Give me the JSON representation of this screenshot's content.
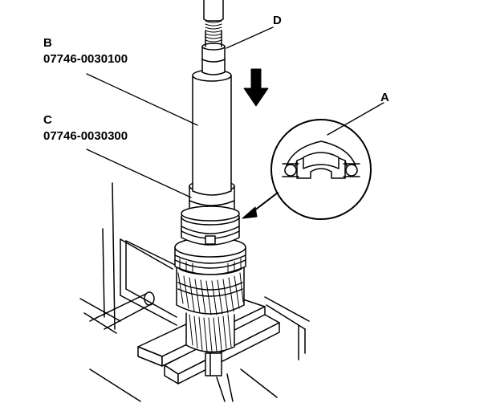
{
  "labels": {
    "a": {
      "letter": "A"
    },
    "b": {
      "letter": "B",
      "part_number": "07746-0030100"
    },
    "c": {
      "letter": "C",
      "part_number": "07746-0030300"
    },
    "d": {
      "letter": "D"
    }
  },
  "colors": {
    "line": "#000000",
    "background": "#ffffff"
  }
}
